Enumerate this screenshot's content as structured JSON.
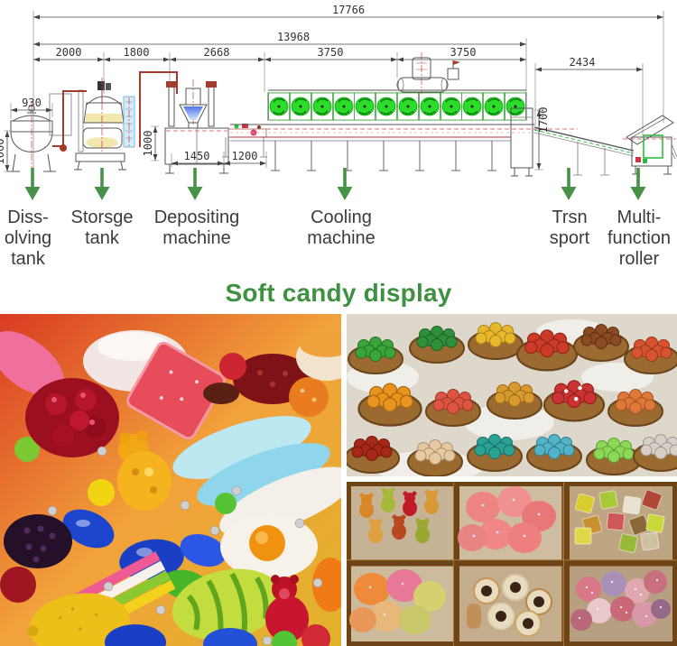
{
  "diagram": {
    "dims": {
      "total_length": "17766",
      "line_length": "13968",
      "dissolving_span": "2000",
      "storage_span": "1800",
      "depositing_span": "2668",
      "cooling_span_a": "3750",
      "cooling_span_b": "3750",
      "transport_span": "2434",
      "tank_width": "930",
      "tank_height": "1000",
      "depositor_height": "1000",
      "depositor_width": "1450",
      "bridge_width": "1200",
      "discharge_height": "1700"
    },
    "labels": [
      {
        "id": "dissolving-tank",
        "text": "Diss-\nolving\ntank"
      },
      {
        "id": "storage-tank",
        "text": "Storsge\ntank"
      },
      {
        "id": "depositing-machine",
        "text": "Depositing\nmachine"
      },
      {
        "id": "cooling-machine",
        "text": "Cooling\nmachine"
      },
      {
        "id": "transport",
        "text": "Trsn\nsport"
      },
      {
        "id": "multi-function-roller",
        "text": "Multi-\nfunction\nroller"
      }
    ],
    "colors": {
      "arrow_green": "#479247",
      "fan_green": "#2bdc2b",
      "centerline_red": "#cc3b3b",
      "pipe_red": "#a23b2c"
    }
  },
  "heading": "Soft candy display",
  "photos": [
    {
      "name": "assorted-soft-candy-closeup"
    },
    {
      "name": "candy-baskets-market"
    },
    {
      "name": "candy-assortment-wooden-box"
    }
  ]
}
